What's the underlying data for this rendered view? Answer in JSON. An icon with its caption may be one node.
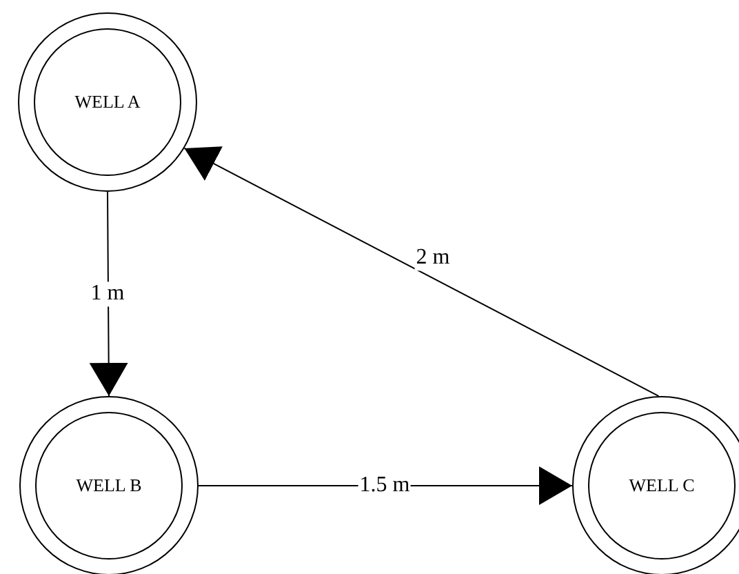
{
  "diagram": {
    "nodes": [
      {
        "text": [
          "WELL A"
        ]
      },
      {
        "text": [
          "WELL B"
        ]
      },
      {
        "text": [
          "WELL C"
        ]
      }
    ],
    "edges": [
      {
        "from": 0,
        "to": 1,
        "arrow": "to",
        "label": "1 m"
      },
      {
        "from": 1,
        "to": 2,
        "arrow": "to",
        "label": "1.5 m"
      },
      {
        "from": 2,
        "to": 0,
        "arrow": "to",
        "label": "2 m"
      }
    ]
  }
}
